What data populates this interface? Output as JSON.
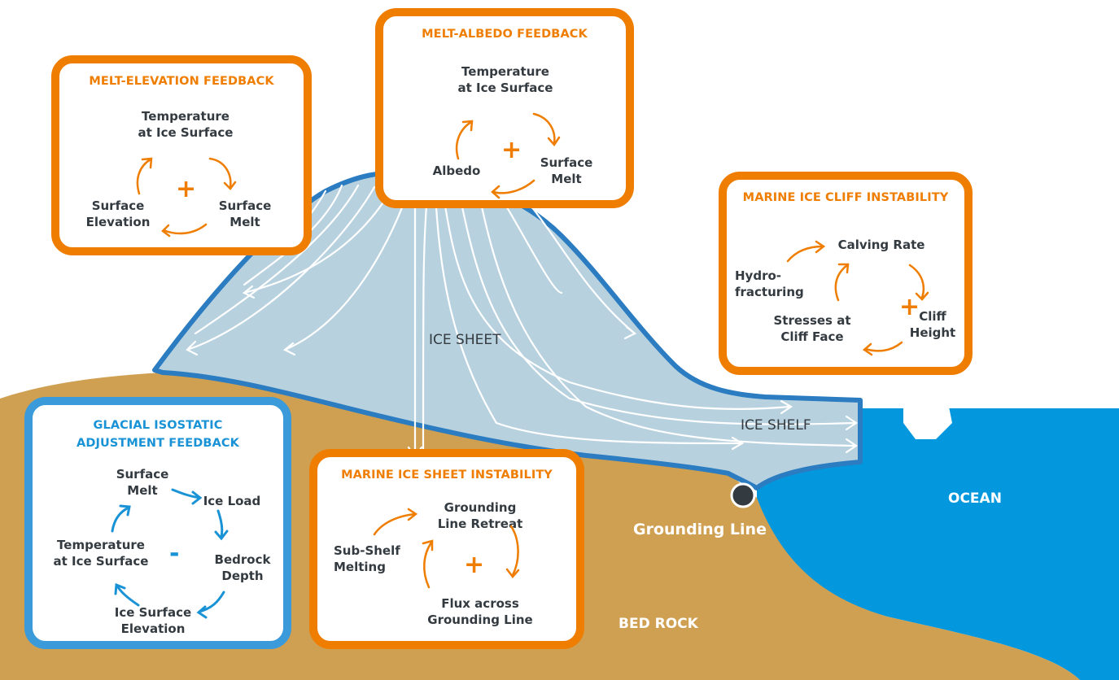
{
  "scene": {
    "ice_sheet_label": "ICE SHEET",
    "ice_shelf_label": "ICE SHELF",
    "ocean_label": "OCEAN",
    "bedrock_label": "BED ROCK",
    "grounding_line_label": "Grounding Line"
  },
  "colors": {
    "orange": "#ef7d00",
    "blue_box": "#3b9ad9",
    "ice": "#b7d1df",
    "ice_outline": "#2b7cc0",
    "bedrock": "#cfa052",
    "ocean": "#0398de"
  },
  "boxes": {
    "melt_elevation": {
      "title": "MELT-ELEVATION FEEDBACK",
      "n1": "Temperature\nat Ice Surface",
      "n2": "Surface\nMelt",
      "n3": "Surface\nElevation",
      "sign": "+"
    },
    "melt_albedo": {
      "title": "MELT-ALBEDO FEEDBACK",
      "n1": "Temperature\nat Ice Surface",
      "n2": "Surface\nMelt",
      "n3": "Albedo",
      "sign": "+"
    },
    "cliff": {
      "title": "MARINE ICE CLIFF INSTABILITY",
      "n1": "Calving Rate",
      "n2": "Cliff\nHeight",
      "n3": "Stresses at\nCliff Face",
      "n4": "Hydro-\nfracturing",
      "sign": "+"
    },
    "gia": {
      "title": "GLACIAL ISOSTATIC\nADJUSTMENT FEEDBACK",
      "n1": "Surface\nMelt",
      "n2": "Ice Load",
      "n3": "Bedrock\nDepth",
      "n4": "Ice Surface\nElevation",
      "n5": "Temperature\nat Ice Surface",
      "sign": "-"
    },
    "misi": {
      "title": "MARINE ICE SHEET INSTABILITY",
      "n1": "Grounding\nLine Retreat",
      "n2": "Flux across\nGrounding Line",
      "n3": "Sub-Shelf\nMelting",
      "sign": "+"
    }
  }
}
